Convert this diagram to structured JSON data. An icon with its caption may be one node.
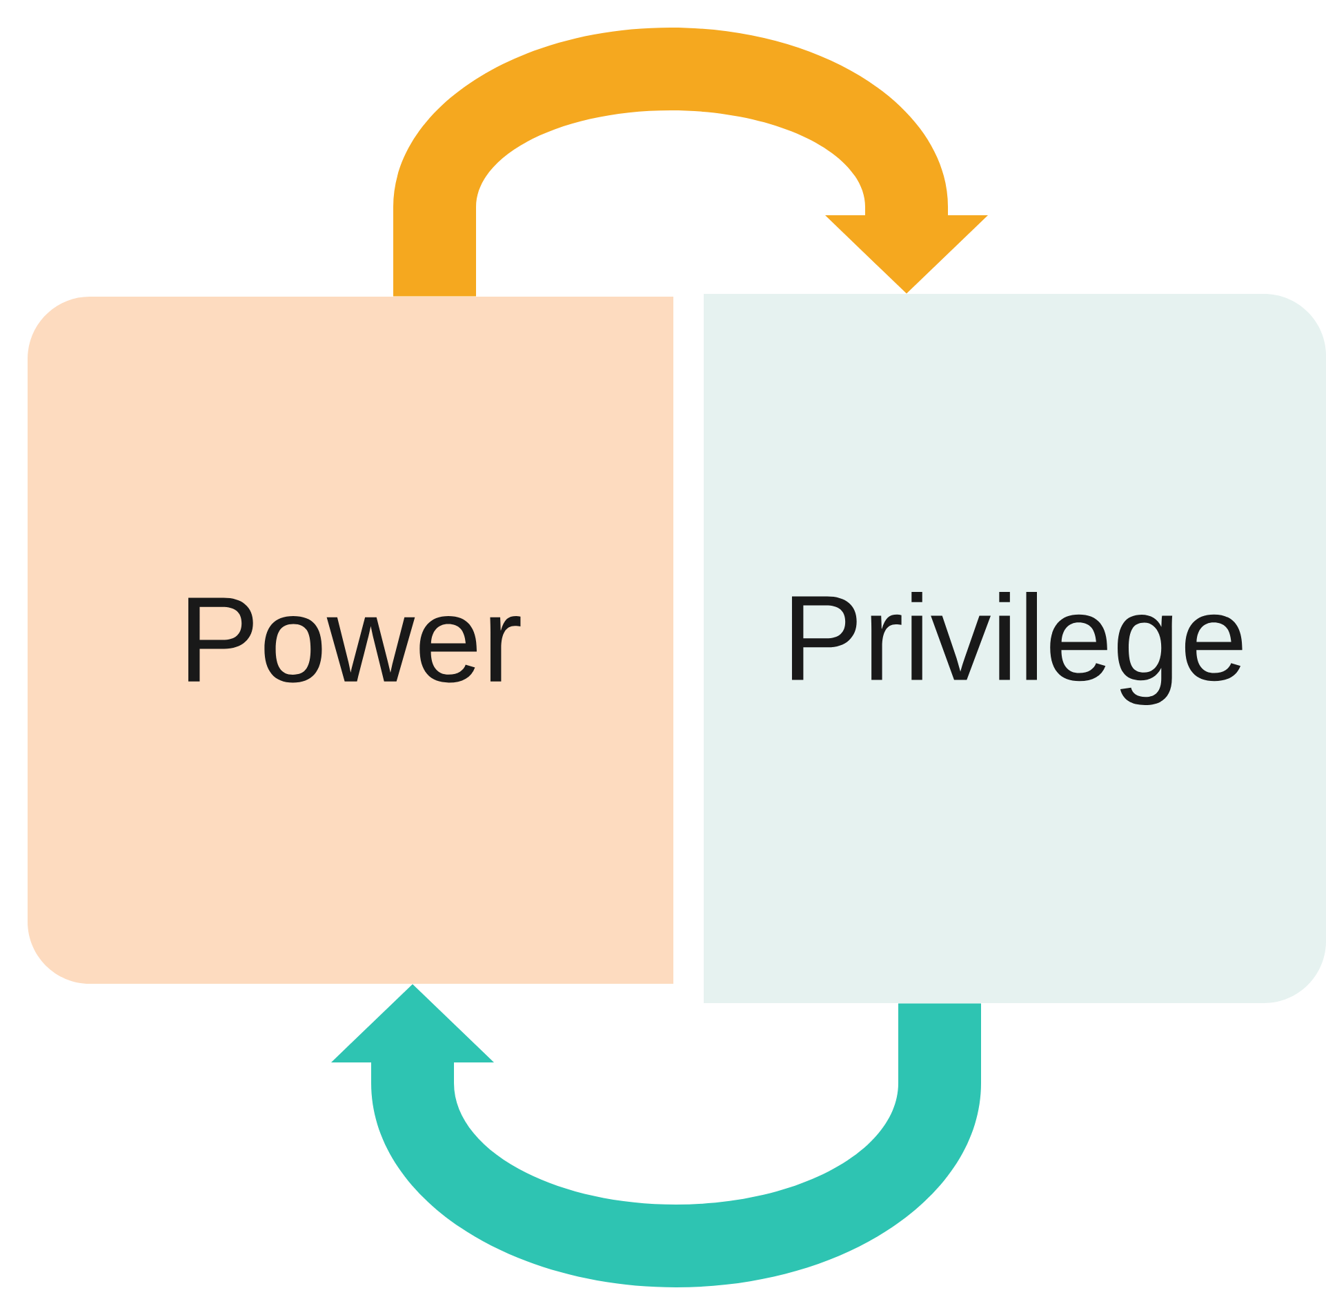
{
  "diagram": {
    "nodes": [
      {
        "text": [
          "Power"
        ]
      },
      {
        "text": [
          "Privilege"
        ]
      }
    ],
    "edges": [
      {
        "from": 0,
        "to": 1,
        "arrow": "to",
        "color": "#f5a81f"
      },
      {
        "from": 1,
        "to": 0,
        "arrow": "to",
        "color": "#2ec4b2"
      }
    ]
  }
}
